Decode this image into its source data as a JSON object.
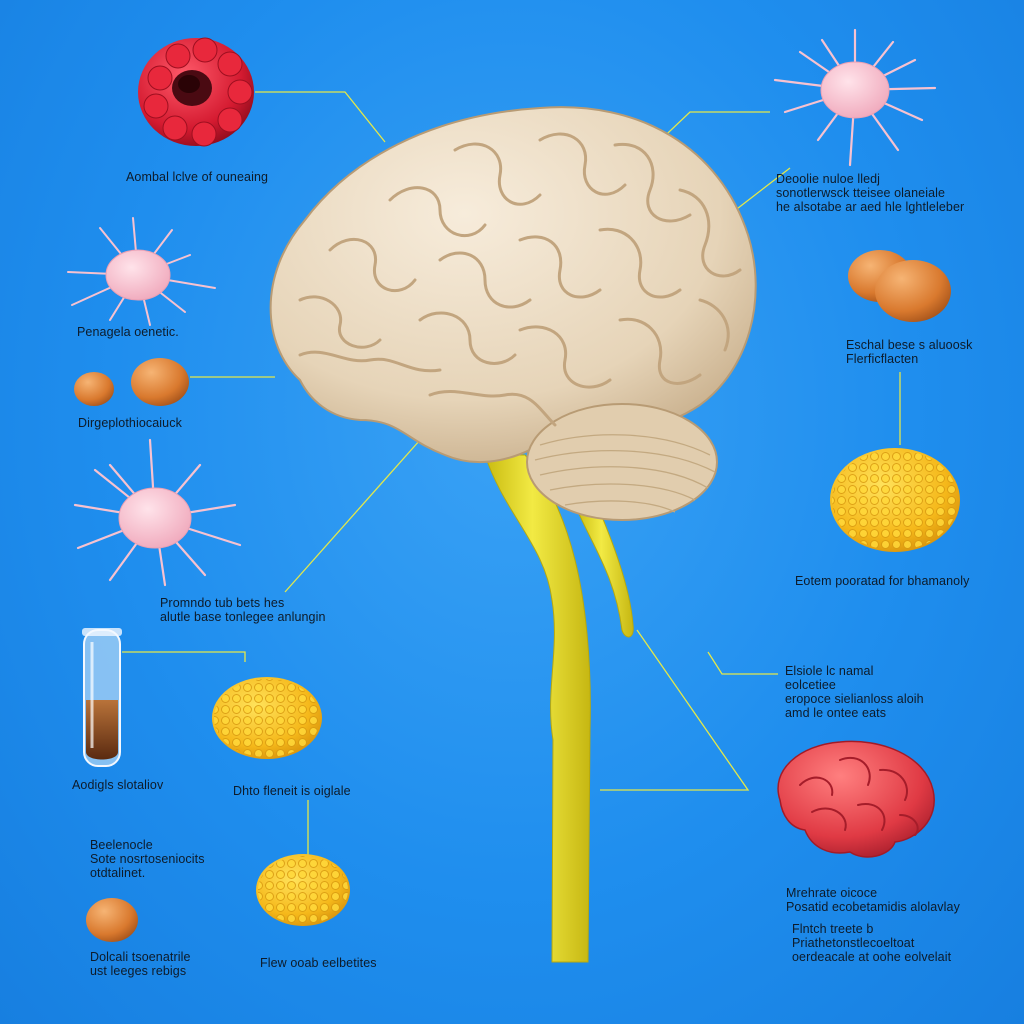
{
  "colors": {
    "background": "#1f8eee",
    "leader_line": "#e3e84a",
    "brain": "#eadac2",
    "spinal_cord": "#e6dc2a",
    "label_text": "#0d1b2a"
  },
  "labels": {
    "top_left": [
      "Aombal lclve of ouneaing"
    ],
    "upper_left": [
      "Penagela oenetic."
    ],
    "mid_left": [
      "Dirgeplothiocaiuck"
    ],
    "lower_left": [
      "Promndo tub bets hes",
      "alutle base tonlegee anlungin"
    ],
    "tube": [
      "Aodigls slotaliov"
    ],
    "yellow_center": [
      "Dhto fleneit is oiglale"
    ],
    "bottom_left_top": [
      "Beelenocle",
      "Sote nosrtoseniocits",
      "otdtalinet."
    ],
    "bottom_left": [
      "Dolcali tsoenatrile",
      "ust leeges rebigs"
    ],
    "bottom_center": [
      "Flew ooab eelbetites"
    ],
    "top_right": [
      "Deoolie nuloe lledj",
      "sonotlerwsck tteisee olaneiale",
      "he alsotabe ar aed hle lghtleleber"
    ],
    "right_upper": [
      "Eschal bese s aluoosk",
      "Flerficflacten"
    ],
    "right_mid": [
      "Eotem pooratad for bhamanoly"
    ],
    "right_lower": [
      "Elsiole lc namal",
      "eolcetiee",
      "eropoce sielianloss aloih",
      "amd le ontee eats"
    ],
    "bottom_right": [
      "Mrehrate oicoce",
      "Posatid ecobetamidis alolavlay"
    ],
    "bottom_right_2": [
      "Flntch treete b",
      "Priathetonstlecoeltoat",
      "oerdeacale at oohe eolvelait"
    ]
  },
  "icons": [
    "raspberry-cell-icon",
    "neuron-cell-icon",
    "egg-cell-icon",
    "test-tube-icon",
    "yellow-cluster-icon",
    "red-brain-icon"
  ]
}
